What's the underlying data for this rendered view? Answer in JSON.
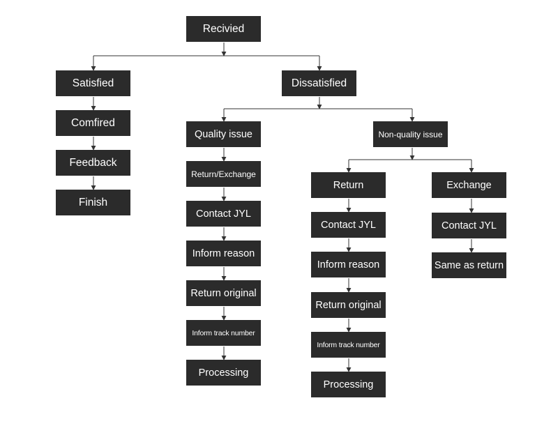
{
  "nodes": {
    "received": "Recivied",
    "satisfied": "Satisfied",
    "confirmed": "Comfired",
    "feedback": "Feedback",
    "finish": "Finish",
    "dissatisfied": "Dissatisfied",
    "quality_issue": "Quality issue",
    "quality_return_exchange": "Return/Exchange",
    "quality_contact": "Contact JYL",
    "quality_inform_reason": "Inform reason",
    "quality_return_original": "Return original",
    "quality_inform_track": "Inform track number",
    "quality_processing": "Processing",
    "non_quality_issue": "Non-quality issue",
    "return": "Return",
    "return_contact": "Contact JYL",
    "return_inform_reason": "Inform reason",
    "return_original": "Return original",
    "return_inform_track": "Inform track number",
    "return_processing": "Processing",
    "exchange": "Exchange",
    "exchange_contact": "Contact JYL",
    "exchange_same_as_return": "Same as return"
  },
  "colors": {
    "node_fill": "#2b2b2b",
    "node_text": "#ffffff",
    "connector": "#333333"
  }
}
